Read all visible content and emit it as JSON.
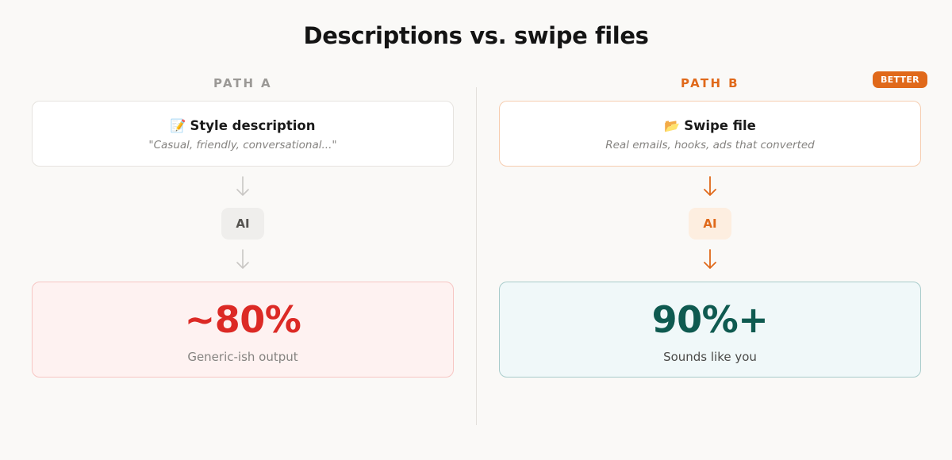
{
  "title": "Descriptions vs. swipe files",
  "path_a": {
    "label": "PATH A",
    "source_emoji": "📝",
    "source_icon": "memo-icon",
    "source_title": "Style description",
    "source_subtitle": "\"Casual, friendly, conversational...\"",
    "processor": "AI",
    "result_value": "~80%",
    "result_caption": "Generic-ish output",
    "accent_color": "#dc2a25"
  },
  "path_b": {
    "label": "PATH B",
    "badge": "BETTER",
    "source_emoji": "📂",
    "source_icon": "open-folder-icon",
    "source_title": "Swipe file",
    "source_subtitle": "Real emails, hooks, ads that converted",
    "processor": "AI",
    "result_value": "90%+",
    "result_caption": "Sounds like you",
    "accent_color": "#e0691a"
  }
}
